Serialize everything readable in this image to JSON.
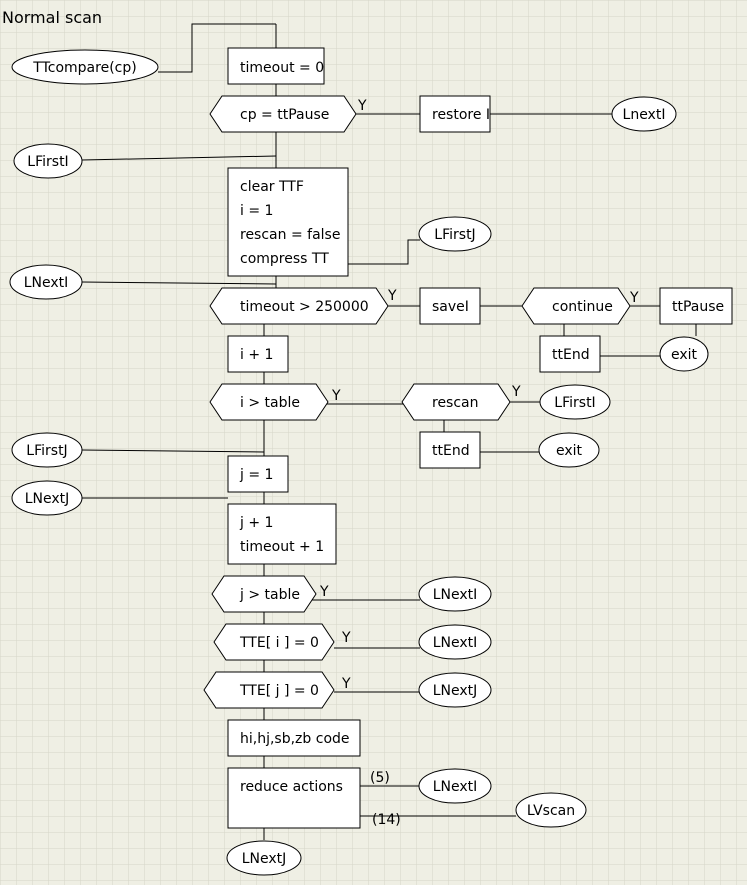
{
  "title": "Normal scan",
  "yes_label": "Y",
  "nodes": {
    "ttcompare": "TTcompare(cp)",
    "timeout0": "timeout = 0",
    "cp_ttpause": "cp = ttPause",
    "restore_i": "restore I",
    "lnexti_top": "LnextI",
    "lfirsti_left": "LFirstI",
    "clear_ttf": [
      "clear TTF",
      "i = 1",
      "rescan = false",
      "compress TT"
    ],
    "lfirstj_right": "LFirstJ",
    "lnexti_left": "LNextI",
    "timeout_gt": "timeout > 250000",
    "savei": "saveI",
    "continue": "continue",
    "ttpause": "ttPause",
    "ttend1": "ttEnd",
    "exit1": "exit",
    "i_plus": "i + 1",
    "i_gt_table": "i > table",
    "rescan": "rescan",
    "lfirsti_right": "LFirstI",
    "ttend2": "ttEnd",
    "exit2": "exit",
    "lfirstj_left": "LFirstJ",
    "j1": "j = 1",
    "lnextj_left": "LNextJ",
    "j_plus": [
      "j + 1",
      "timeout + 1"
    ],
    "j_gt_table": "j > table",
    "lnexti_j": "LNextI",
    "tte_i": "TTE[ i ] = 0",
    "lnexti_tte": "LNextI",
    "tte_j": "TTE[ j ] = 0",
    "lnextj_tte": "LNextJ",
    "hi_code": "hi,hj,sb,zb code",
    "reduce": "reduce actions",
    "c5": "(5)",
    "c14": "(14)",
    "lnexti_reduce": "LNextI",
    "lvscan": "LVscan",
    "lnextj_bottom": "LNextJ"
  }
}
